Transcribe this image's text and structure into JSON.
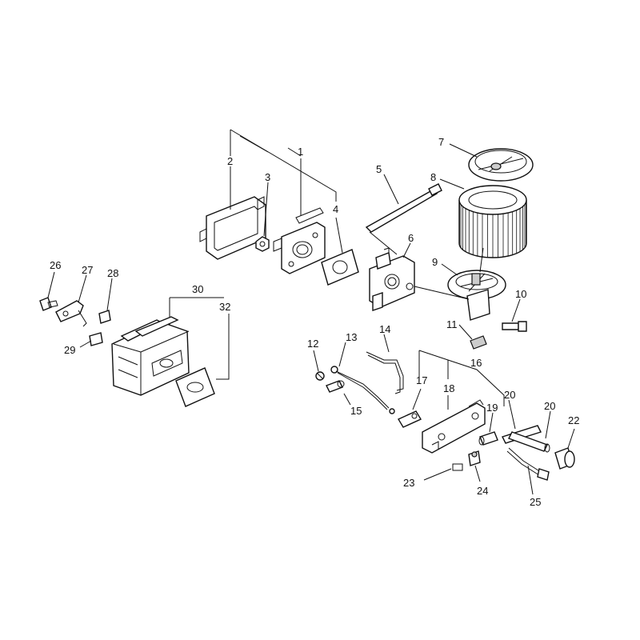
{
  "callouts": {
    "p1": "1",
    "p2": "2",
    "p3": "3",
    "p4": "4",
    "p5": "5",
    "p6": "6",
    "p7": "7",
    "p8": "8",
    "p9": "9",
    "p10": "10",
    "p11": "11",
    "p12": "12",
    "p13": "13",
    "p14": "14",
    "p15": "15",
    "p16": "16",
    "p17": "17",
    "p18": "18",
    "p19": "19",
    "p20a": "20",
    "p20b": "20",
    "p22": "22",
    "p23": "23",
    "p24": "24",
    "p25": "25",
    "p26": "26",
    "p27": "27",
    "p28": "28",
    "p29": "29",
    "p30": "30",
    "p32": "32"
  }
}
